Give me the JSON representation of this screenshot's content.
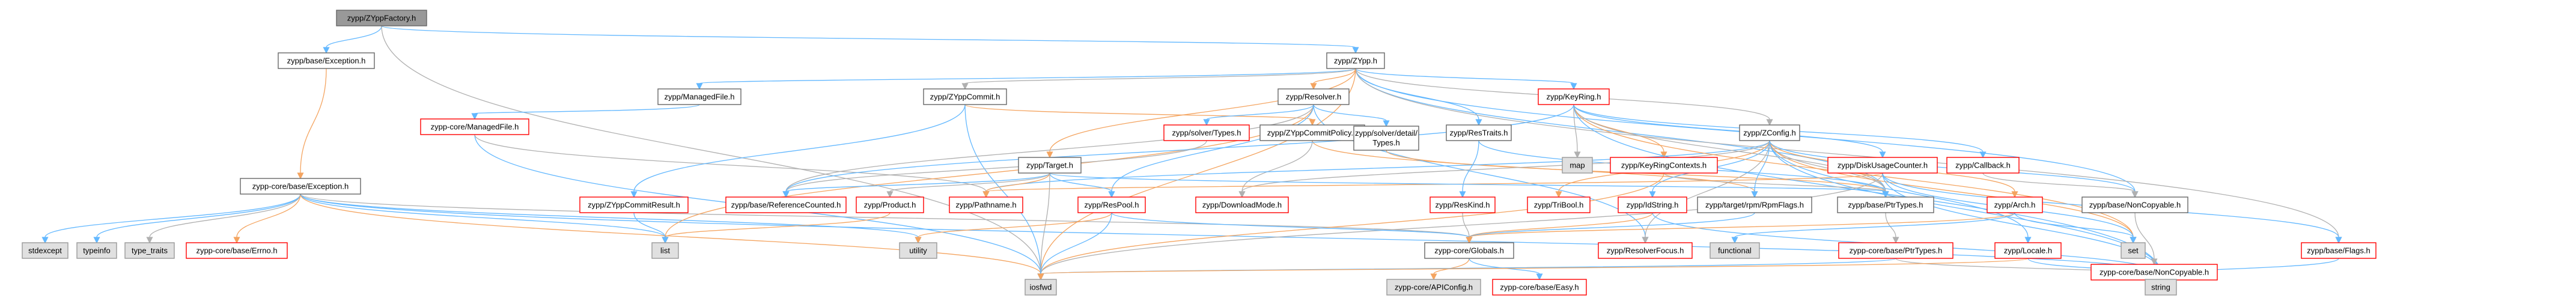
{
  "colors": {
    "root_fill": "#999999",
    "normal_border": "#666666",
    "missing_border": "#ff0000",
    "system_fill": "#e0e0e0",
    "system_border": "#999999",
    "edge_blue": "#63b8ff",
    "edge_gray": "#b0b0b0",
    "edge_orange": "#f4a460",
    "text": "#000000"
  },
  "nodes": [
    {
      "id": "zyppfactory",
      "label": "zypp/ZYppFactory.h",
      "kind": "root"
    },
    {
      "id": "zypp_base_exception",
      "label": "zypp/base/Exception.h",
      "kind": "normal"
    },
    {
      "id": "zypp_zypp",
      "label": "zypp/ZYpp.h",
      "kind": "normal"
    },
    {
      "id": "core_exception",
      "label": "zypp-core/base/Exception.h",
      "kind": "normal"
    },
    {
      "id": "managedfile",
      "label": "zypp/ManagedFile.h",
      "kind": "normal"
    },
    {
      "id": "zyppcommit",
      "label": "zypp/ZYppCommit.h",
      "kind": "normal"
    },
    {
      "id": "resolver",
      "label": "zypp/Resolver.h",
      "kind": "normal"
    },
    {
      "id": "keyring",
      "label": "zypp/KeyRing.h",
      "kind": "missing"
    },
    {
      "id": "core_managedfile",
      "label": "zypp-core/ManagedFile.h",
      "kind": "missing"
    },
    {
      "id": "solver_types",
      "label": "zypp/solver/Types.h",
      "kind": "missing"
    },
    {
      "id": "zyppcommitpolicy",
      "label": "zypp/ZYppCommitPolicy.h",
      "kind": "normal"
    },
    {
      "id": "solver_detail_types",
      "label": "zypp/solver/detail/Types.h",
      "kind": "normal"
    },
    {
      "id": "restraits",
      "label": "zypp/ResTraits.h",
      "kind": "normal"
    },
    {
      "id": "zconfig",
      "label": "zypp/ZConfig.h",
      "kind": "normal"
    },
    {
      "id": "map",
      "label": "map",
      "kind": "system"
    },
    {
      "id": "keyringcontexts",
      "label": "zypp/KeyRingContexts.h",
      "kind": "missing"
    },
    {
      "id": "diskusagecounter",
      "label": "zypp/DiskUsageCounter.h",
      "kind": "missing"
    },
    {
      "id": "callback",
      "label": "zypp/Callback.h",
      "kind": "missing"
    },
    {
      "id": "target",
      "label": "zypp/Target.h",
      "kind": "normal"
    },
    {
      "id": "zyppcommitresult",
      "label": "zypp/ZYppCommitResult.h",
      "kind": "missing"
    },
    {
      "id": "referencecounted",
      "label": "zypp/base/ReferenceCounted.h",
      "kind": "missing"
    },
    {
      "id": "product",
      "label": "zypp/Product.h",
      "kind": "missing"
    },
    {
      "id": "pathname",
      "label": "zypp/Pathname.h",
      "kind": "missing"
    },
    {
      "id": "respool",
      "label": "zypp/ResPool.h",
      "kind": "missing"
    },
    {
      "id": "downloadmode",
      "label": "zypp/DownloadMode.h",
      "kind": "missing"
    },
    {
      "id": "reskind",
      "label": "zypp/ResKind.h",
      "kind": "missing"
    },
    {
      "id": "tribool",
      "label": "zypp/TriBool.h",
      "kind": "missing"
    },
    {
      "id": "idstring",
      "label": "zypp/IdString.h",
      "kind": "missing"
    },
    {
      "id": "rpmflags",
      "label": "zypp/target/rpm/RpmFlags.h",
      "kind": "normal"
    },
    {
      "id": "ptrtypes",
      "label": "zypp/base/PtrTypes.h",
      "kind": "normal"
    },
    {
      "id": "arch",
      "label": "zypp/Arch.h",
      "kind": "missing"
    },
    {
      "id": "noncopyable",
      "label": "zypp/base/NonCopyable.h",
      "kind": "normal"
    },
    {
      "id": "stdexcept",
      "label": "stdexcept",
      "kind": "system"
    },
    {
      "id": "typeinfo",
      "label": "typeinfo",
      "kind": "system"
    },
    {
      "id": "type_traits",
      "label": "type_traits",
      "kind": "system"
    },
    {
      "id": "core_errno",
      "label": "zypp-core/base/Errno.h",
      "kind": "missing"
    },
    {
      "id": "list",
      "label": "list",
      "kind": "system"
    },
    {
      "id": "utility",
      "label": "utility",
      "kind": "system"
    },
    {
      "id": "core_globals",
      "label": "zypp-core/Globals.h",
      "kind": "normal"
    },
    {
      "id": "functional",
      "label": "functional",
      "kind": "system"
    },
    {
      "id": "resolverfocus",
      "label": "zypp/ResolverFocus.h",
      "kind": "missing"
    },
    {
      "id": "core_ptrtypes",
      "label": "zypp-core/base/PtrTypes.h",
      "kind": "missing"
    },
    {
      "id": "set",
      "label": "set",
      "kind": "system"
    },
    {
      "id": "locale",
      "label": "zypp/Locale.h",
      "kind": "missing"
    },
    {
      "id": "core_noncopyable",
      "label": "zypp-core/base/NonCopyable.h",
      "kind": "missing"
    },
    {
      "id": "flags",
      "label": "zypp/base/Flags.h",
      "kind": "missing"
    },
    {
      "id": "iosfwd",
      "label": "iosfwd",
      "kind": "system"
    },
    {
      "id": "apiconfig",
      "label": "zypp-core/APIConfig.h",
      "kind": "system"
    },
    {
      "id": "core_easy",
      "label": "zypp-core/base/Easy.h",
      "kind": "missing"
    },
    {
      "id": "string",
      "label": "string",
      "kind": "system"
    }
  ],
  "edges": [
    [
      "zyppfactory",
      "zypp_base_exception"
    ],
    [
      "zyppfactory",
      "zypp_zypp"
    ],
    [
      "zyppfactory",
      "iosfwd"
    ],
    [
      "zypp_base_exception",
      "core_exception"
    ],
    [
      "core_exception",
      "stdexcept"
    ],
    [
      "core_exception",
      "typeinfo"
    ],
    [
      "core_exception",
      "type_traits"
    ],
    [
      "core_exception",
      "core_errno"
    ],
    [
      "core_exception",
      "list"
    ],
    [
      "core_exception",
      "utility"
    ],
    [
      "core_exception",
      "core_globals"
    ],
    [
      "core_exception",
      "iosfwd"
    ],
    [
      "core_exception",
      "string"
    ],
    [
      "zypp_zypp",
      "managedfile"
    ],
    [
      "zypp_zypp",
      "zyppcommit"
    ],
    [
      "zypp_zypp",
      "resolver"
    ],
    [
      "zypp_zypp",
      "keyring"
    ],
    [
      "zypp_zypp",
      "restraits"
    ],
    [
      "zypp_zypp",
      "zconfig"
    ],
    [
      "zypp_zypp",
      "target"
    ],
    [
      "zypp_zypp",
      "ptrtypes"
    ],
    [
      "zypp_zypp",
      "noncopyable"
    ],
    [
      "zypp_zypp",
      "flags"
    ],
    [
      "zypp_zypp",
      "iosfwd"
    ],
    [
      "managedfile",
      "core_managedfile"
    ],
    [
      "core_managedfile",
      "iosfwd"
    ],
    [
      "core_managedfile",
      "pathname"
    ],
    [
      "zyppcommit",
      "zyppcommitpolicy"
    ],
    [
      "zyppcommit",
      "zyppcommitresult"
    ],
    [
      "zyppcommit",
      "iosfwd"
    ],
    [
      "zyppcommitpolicy",
      "downloadmode"
    ],
    [
      "zyppcommitpolicy",
      "rpmflags"
    ],
    [
      "resolver",
      "solver_types"
    ],
    [
      "resolver",
      "solver_detail_types"
    ],
    [
      "resolver",
      "referencecounted"
    ],
    [
      "resolver",
      "list"
    ],
    [
      "resolver",
      "resolverfocus"
    ],
    [
      "resolver",
      "respool"
    ],
    [
      "solver_types",
      "referencecounted"
    ],
    [
      "solver_detail_types",
      "ptrtypes"
    ],
    [
      "restraits",
      "ptrtypes"
    ],
    [
      "restraits",
      "reskind"
    ],
    [
      "zconfig",
      "ptrtypes"
    ],
    [
      "zconfig",
      "arch"
    ],
    [
      "zconfig",
      "locale"
    ],
    [
      "zconfig",
      "pathname"
    ],
    [
      "zconfig",
      "downloadmode"
    ],
    [
      "zconfig",
      "tribool"
    ],
    [
      "zconfig",
      "idstring"
    ],
    [
      "zconfig",
      "rpmflags"
    ],
    [
      "zconfig",
      "resolverfocus"
    ],
    [
      "zconfig",
      "set"
    ],
    [
      "zconfig",
      "string"
    ],
    [
      "zconfig",
      "noncopyable"
    ],
    [
      "keyring",
      "map"
    ],
    [
      "keyring",
      "keyringcontexts"
    ],
    [
      "keyring",
      "diskusagecounter"
    ],
    [
      "keyring",
      "callback"
    ],
    [
      "keyring",
      "ptrtypes"
    ],
    [
      "keyring",
      "set"
    ],
    [
      "keyring",
      "string"
    ],
    [
      "keyring",
      "referencecounted"
    ],
    [
      "keyringcontexts",
      "ptrtypes"
    ],
    [
      "keyringcontexts",
      "iosfwd"
    ],
    [
      "diskusagecounter",
      "set"
    ],
    [
      "diskusagecounter",
      "string"
    ],
    [
      "diskusagecounter",
      "iosfwd"
    ],
    [
      "diskusagecounter",
      "pathname"
    ],
    [
      "diskusagecounter",
      "flags"
    ],
    [
      "target",
      "referencecounted"
    ],
    [
      "target",
      "product"
    ],
    [
      "target",
      "pathname"
    ],
    [
      "target",
      "respool"
    ],
    [
      "target",
      "ptrtypes"
    ],
    [
      "target",
      "iosfwd"
    ],
    [
      "respool",
      "utility"
    ],
    [
      "respool",
      "iosfwd"
    ],
    [
      "respool",
      "core_globals"
    ],
    [
      "reskind",
      "core_globals"
    ],
    [
      "idstring",
      "core_globals"
    ],
    [
      "idstring",
      "string"
    ],
    [
      "rpmflags",
      "core_globals"
    ],
    [
      "ptrtypes",
      "core_ptrtypes"
    ],
    [
      "arch",
      "core_globals"
    ],
    [
      "arch",
      "functional"
    ],
    [
      "arch",
      "set"
    ],
    [
      "noncopyable",
      "core_noncopyable"
    ],
    [
      "core_globals",
      "apiconfig"
    ],
    [
      "core_globals",
      "core_easy"
    ],
    [
      "core_ptrtypes",
      "iosfwd"
    ],
    [
      "core_ptrtypes",
      "string"
    ],
    [
      "locale",
      "iosfwd"
    ],
    [
      "locale",
      "string"
    ],
    [
      "flags",
      "string"
    ],
    [
      "callback",
      "noncopyable"
    ],
    [
      "product",
      "list"
    ],
    [
      "zyppcommitresult",
      "list"
    ]
  ]
}
